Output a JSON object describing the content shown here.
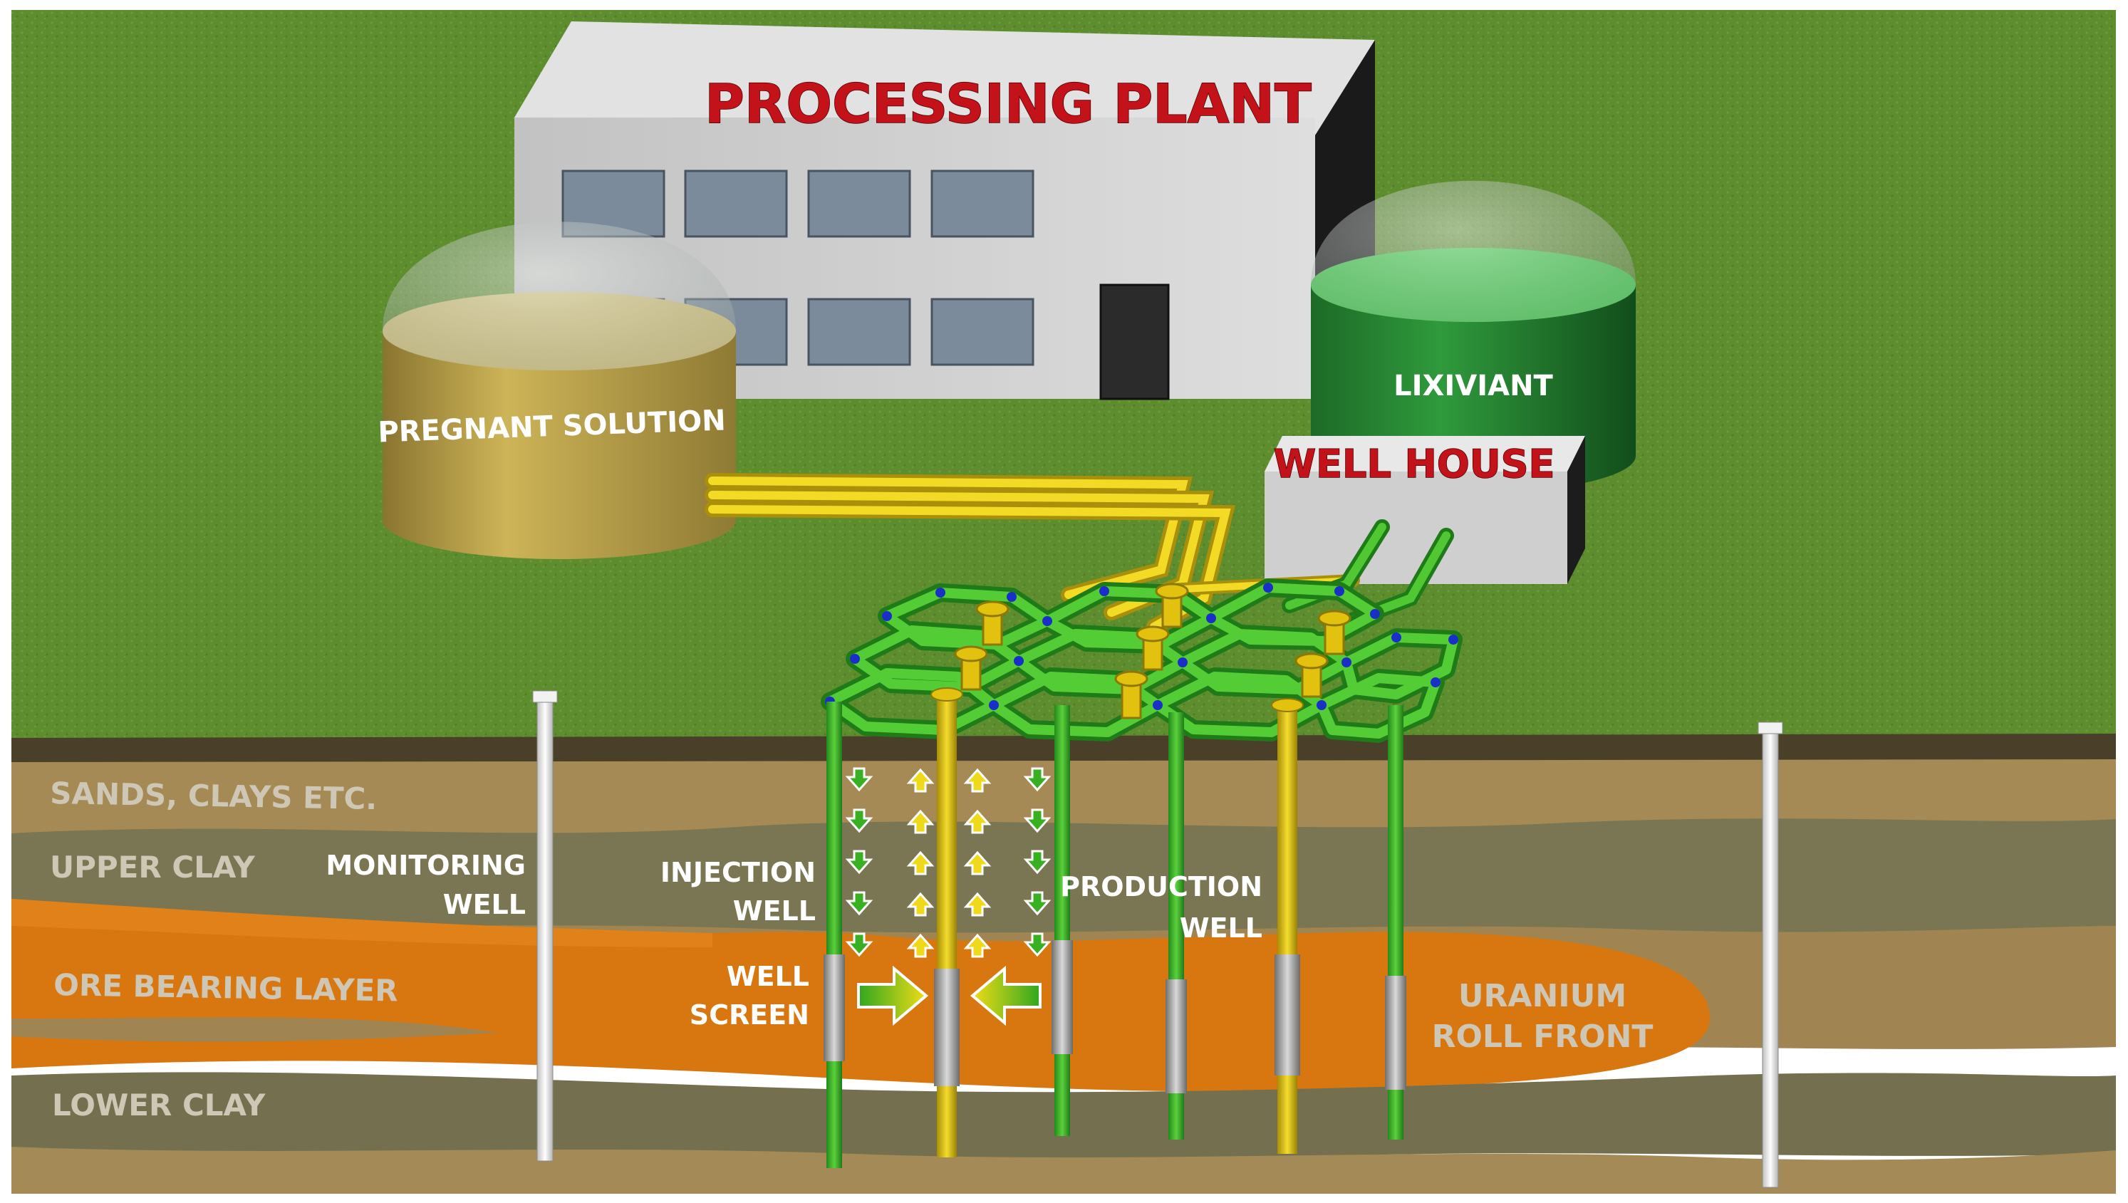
{
  "labels": {
    "processing_plant": "PROCESSING PLANT",
    "pregnant_solution": "PREGNANT SOLUTION",
    "lixiviant": "LIXIVIANT",
    "well_house": "WELL HOUSE",
    "sands_clays": "SANDS, CLAYS ETC.",
    "upper_clay": "UPPER CLAY",
    "ore_bearing_layer": "ORE BEARING LAYER",
    "lower_clay": "LOWER CLAY",
    "monitoring_well_line1": "MONITORING",
    "monitoring_well_line2": "WELL",
    "injection_well_line1": "INJECTION",
    "injection_well_line2": "WELL",
    "well_screen_line1": "WELL",
    "well_screen_line2": "SCREEN",
    "production_well_line1": "PRODUCTION",
    "production_well_line2": "WELL",
    "uranium_roll_front_line1": "URANIUM",
    "uranium_roll_front_line2": "ROLL FRONT"
  },
  "colors": {
    "grass": "#5c8a2e",
    "building": "#cfcfcf",
    "pregnant_tank": "#c2a94a",
    "lixiviant_tank": "#2e8b3a",
    "ore_layer": "#d97a10",
    "injection_pipe": "#3db32a",
    "production_pipe": "#e2c20e",
    "label_red": "#c4121b"
  }
}
